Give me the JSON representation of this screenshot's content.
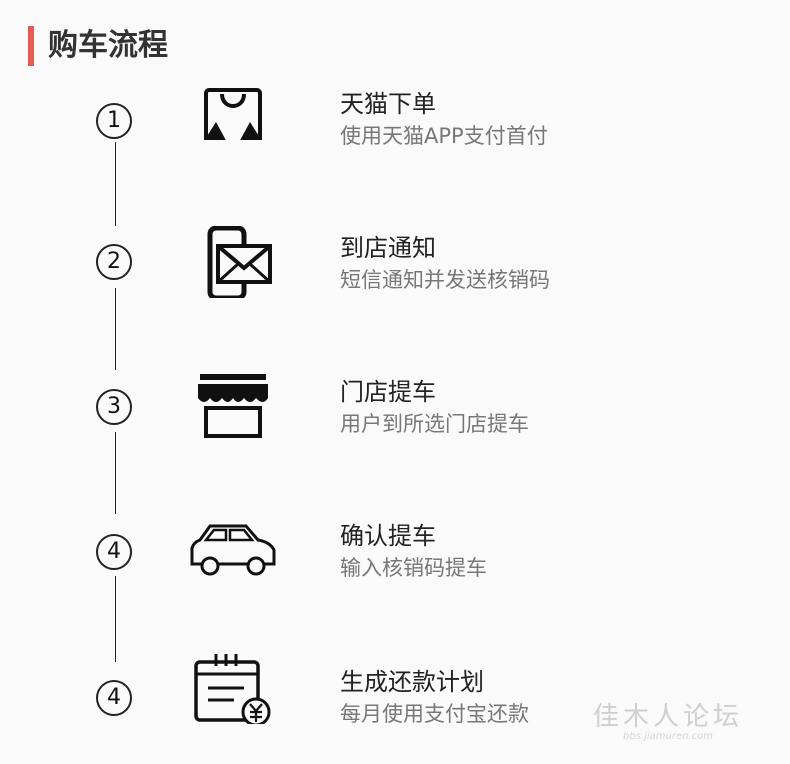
{
  "header": {
    "title": "购车流程"
  },
  "steps": [
    {
      "num": "1",
      "title": "天猫下单",
      "desc": "使用天猫APP支付首付",
      "icon": "tmall-bag-icon"
    },
    {
      "num": "2",
      "title": "到店通知",
      "desc": "短信通知并发送核销码",
      "icon": "phone-message-icon"
    },
    {
      "num": "3",
      "title": "门店提车",
      "desc": "用户到所选门店提车",
      "icon": "storefront-icon"
    },
    {
      "num": "4",
      "title": "确认提车",
      "desc": "输入核销码提车",
      "icon": "car-icon"
    },
    {
      "num": "4",
      "title": "生成还款计划",
      "desc": "每月使用支付宝还款",
      "icon": "calendar-yuan-icon"
    }
  ],
  "watermark": {
    "text": "佳木人论坛",
    "url": "bbs.jiamuren.com"
  }
}
